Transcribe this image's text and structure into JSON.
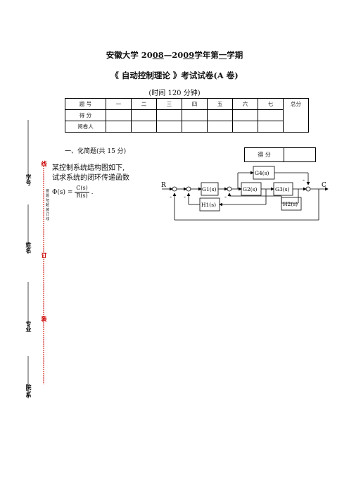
{
  "header": {
    "university": "安徽大学 20",
    "year_start": "08",
    "dash": "—20",
    "year_end": "09",
    "year_suffix": "学年第",
    "term": "一",
    "term_suffix": "学期"
  },
  "exam_title": "《 自动控制理论 》考试试卷(A 卷)",
  "time_note": "(时间 120 分钟)",
  "score_table": {
    "header_row": [
      "题 号",
      "一",
      "二",
      "三",
      "四",
      "五",
      "六",
      "七",
      "总分"
    ],
    "row2_label": "得 分",
    "row3_label": "阅卷人"
  },
  "section": {
    "title": "一、化简题(共 15 分)",
    "grade_label": "得 分"
  },
  "problem": {
    "line1": "某控制系统结构图如下,",
    "line2": "试求系统的闭环传递函数",
    "phi": "Φ(s) = ",
    "num": "C(s)",
    "den": "R(s)",
    "end": "."
  },
  "diagram": {
    "input": "R",
    "output": "C",
    "blocks": {
      "g1": "G1(s)",
      "g2": "G2(s)",
      "g3": "G3(s)",
      "g4": "G4(s)",
      "h1": "H1(s)",
      "h2": "H2(s)"
    },
    "signs": {
      "minus1": "-",
      "minus2": "-",
      "minus3": "-",
      "minus4": "-"
    }
  },
  "sidebar": {
    "student_id": "学号",
    "name": "姓名",
    "major": "专业",
    "department": "院/系",
    "seal_1": "线",
    "seal_2": "订",
    "seal_3": "装",
    "warning": "答 题 勿 超 装 订 线"
  }
}
